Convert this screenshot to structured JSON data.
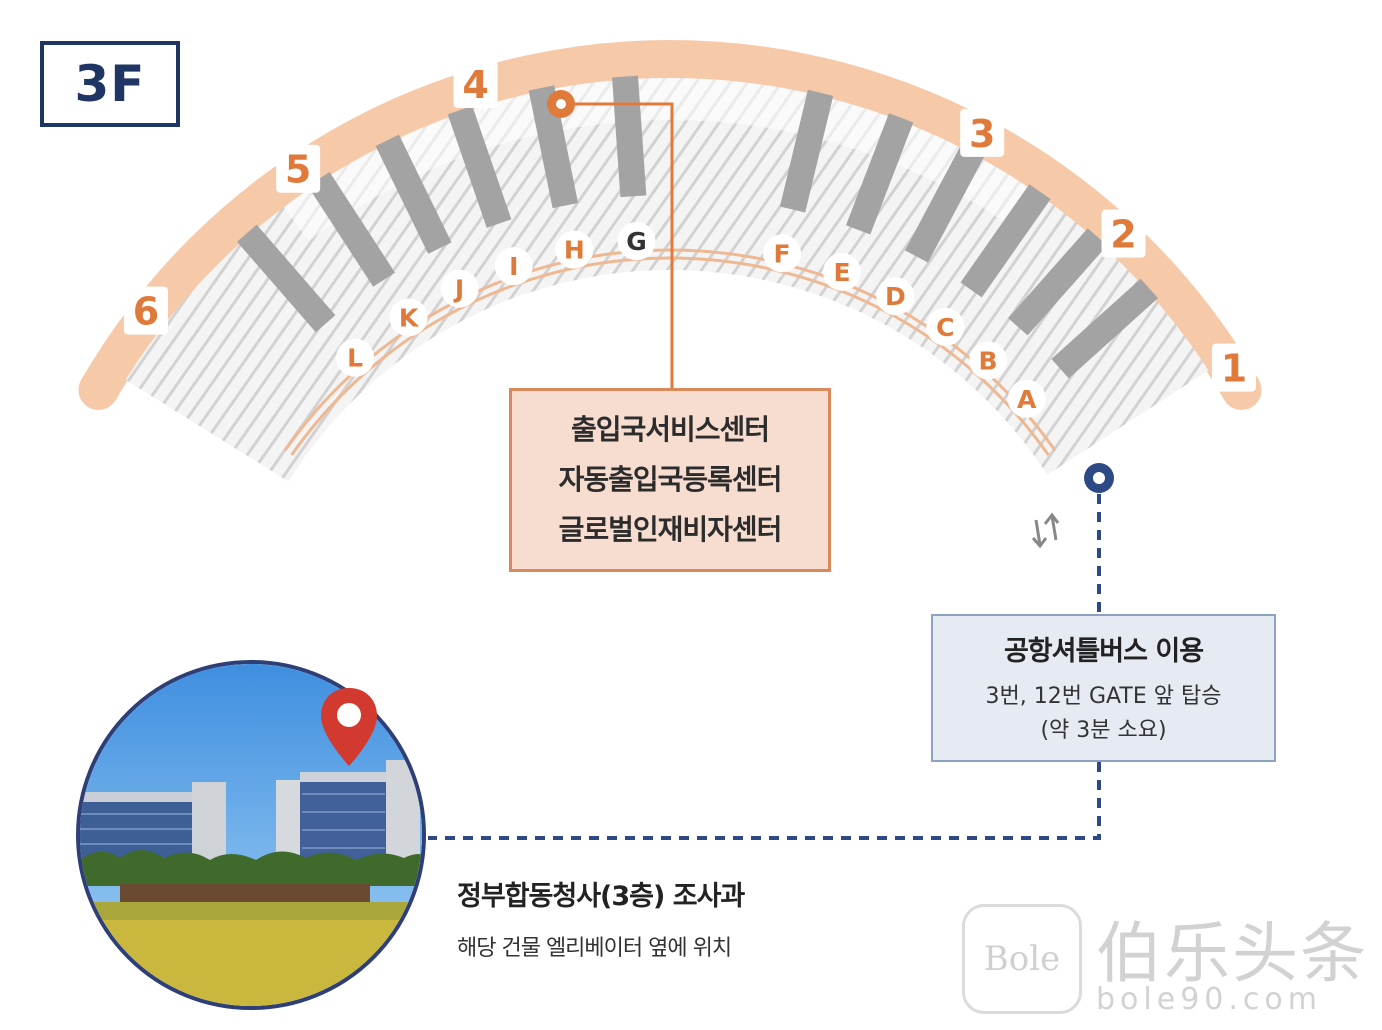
{
  "floor": "3F",
  "gate_numbers": [
    "1",
    "2",
    "3",
    "4",
    "5",
    "6"
  ],
  "counters": [
    "A",
    "B",
    "C",
    "D",
    "E",
    "F",
    "G",
    "H",
    "I",
    "J",
    "K",
    "L"
  ],
  "service_center": {
    "lines": [
      "출입국서비스센터",
      "자동출입국등록센터",
      "글로벌인재비자센터"
    ]
  },
  "shuttle": {
    "title": "공항셔틀버스 이용",
    "line1": "3번, 12번 GATE 앞 탑승",
    "line2": "(약 3분 소요)"
  },
  "destination": {
    "title": "정부합동청사(3층) 조사과",
    "subtitle": "해당 건물 엘리베이터 옆에 위치"
  },
  "watermark": {
    "logo_text": "Bole",
    "name": "伯乐头条",
    "url": "bole90.com"
  },
  "colors": {
    "orange": "#e07a3a",
    "peach": "#f6c9a8",
    "navy": "#1f3563",
    "route_blue": "#2e4a86",
    "counter_gray": "#a3a3a3"
  }
}
